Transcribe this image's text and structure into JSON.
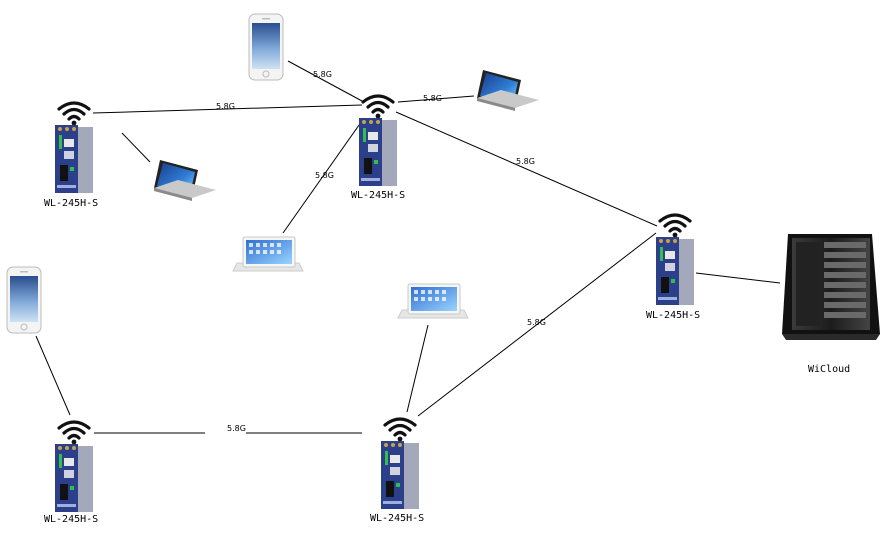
{
  "links": [
    {
      "label": "5.8G"
    },
    {
      "label": "5.8G"
    },
    {
      "label": "5.8G"
    },
    {
      "label": "5.8G"
    },
    {
      "label": "5.8G"
    },
    {
      "label": "5.8G"
    },
    {
      "label": "5.8G"
    }
  ],
  "routers": [
    {
      "label": "WL-245H-S"
    },
    {
      "label": "WL-245H-S"
    },
    {
      "label": "WL-245H-S"
    },
    {
      "label": "WL-245H-S"
    },
    {
      "label": "WL-245H-S"
    }
  ],
  "server": {
    "label": "WiCloud"
  },
  "colors": {
    "router_body": "#2b3f8a",
    "router_side": "#9aa0b4",
    "wifi": "#111111",
    "line": "#000000"
  }
}
